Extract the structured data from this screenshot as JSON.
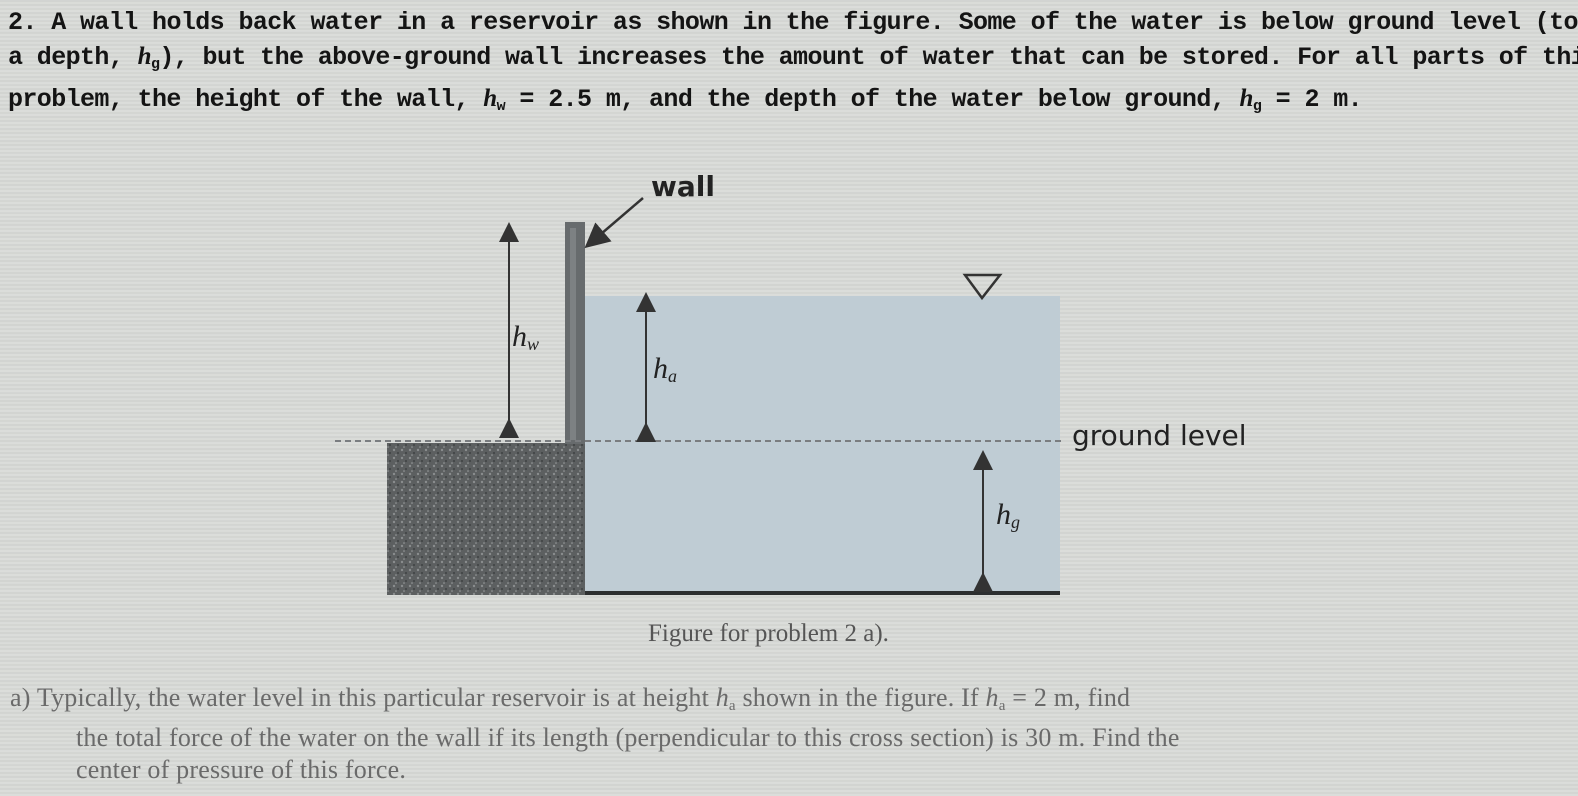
{
  "problem": {
    "number": "2.",
    "line1": "A wall holds back water in a reservoir as shown in the figure.  Some of the water is below ground level (to",
    "line2_pre": "a depth, ",
    "line2_var": "h",
    "line2_sub": "g",
    "line2_post": "), but the above-ground wall increases the amount of water that can be stored.  For all parts of this",
    "line3_pre": "problem, the height of the wall, ",
    "line3_var1": "h",
    "line3_sub1": "w",
    "line3_mid": " = 2.5 m, and the depth of the water below ground, ",
    "line3_var2": "h",
    "line3_sub2": "g",
    "line3_post": " = 2 m."
  },
  "figure": {
    "wall_label": "wall",
    "ground_label": "ground level",
    "hw_var": "h",
    "hw_sub": "w",
    "ha_var": "h",
    "ha_sub": "a",
    "hg_var": "h",
    "hg_sub": "g",
    "caption": "Figure for problem 2 a)."
  },
  "part_a": {
    "marker": "a)",
    "line1_pre": "Typically, the water level in this particular reservoir is at height ",
    "line1_var": "h",
    "line1_sub": "a",
    "line1_mid": " shown in the figure.  If ",
    "line1_var2": "h",
    "line1_sub2": "a",
    "line1_post": " = 2 m, find",
    "line2": "the total force of the water on the wall if its length (perpendicular to this cross section) is 30 m.  Find the",
    "line3": "center of pressure of this force."
  },
  "colors": {
    "water": "#bfccd4",
    "wall": "#676b6d",
    "ground": "#5c5f60",
    "background": "#d9dbd8"
  }
}
